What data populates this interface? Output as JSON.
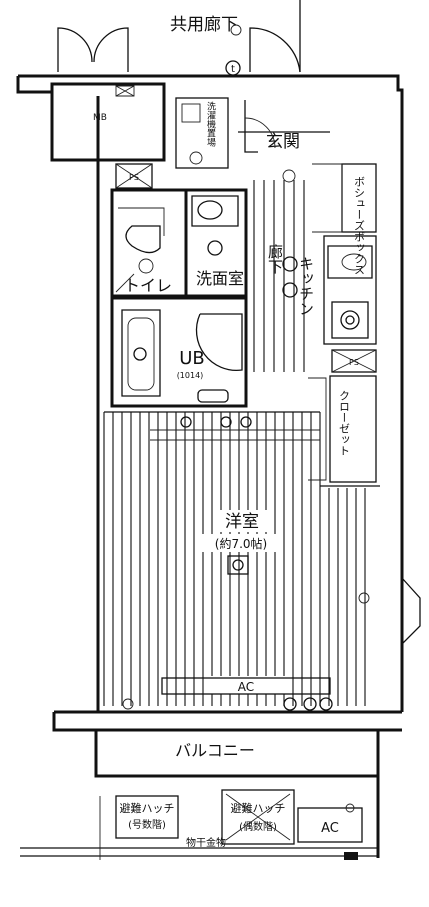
{
  "labels": {
    "corridor": "共用廊下",
    "entrance": "玄関",
    "hallway": "廊下",
    "kitchen": "キッチン",
    "toilet": "トイレ",
    "washroom": "洗面室",
    "bath": "UB",
    "bath_size": "(1014)",
    "western_room": "洋室",
    "western_room_size": "(約7.0帖)",
    "ac_room": "AC",
    "balcony": "バルコニー",
    "ac_balcony": "AC",
    "mb": "MB",
    "closet": "クローゼット",
    "pipe_box": "ボシューズボックス",
    "ps_top": "PS",
    "ps_mid": "PS",
    "washer_space": "洗濯機置場",
    "hatch_left": "避難ハッチ",
    "hatch_left_sub": "(号数階)",
    "hatch_right": "避難ハッチ",
    "hatch_right_sub": "(偶数階)",
    "drying_rack": "物干金物",
    "t_mark": "t"
  }
}
